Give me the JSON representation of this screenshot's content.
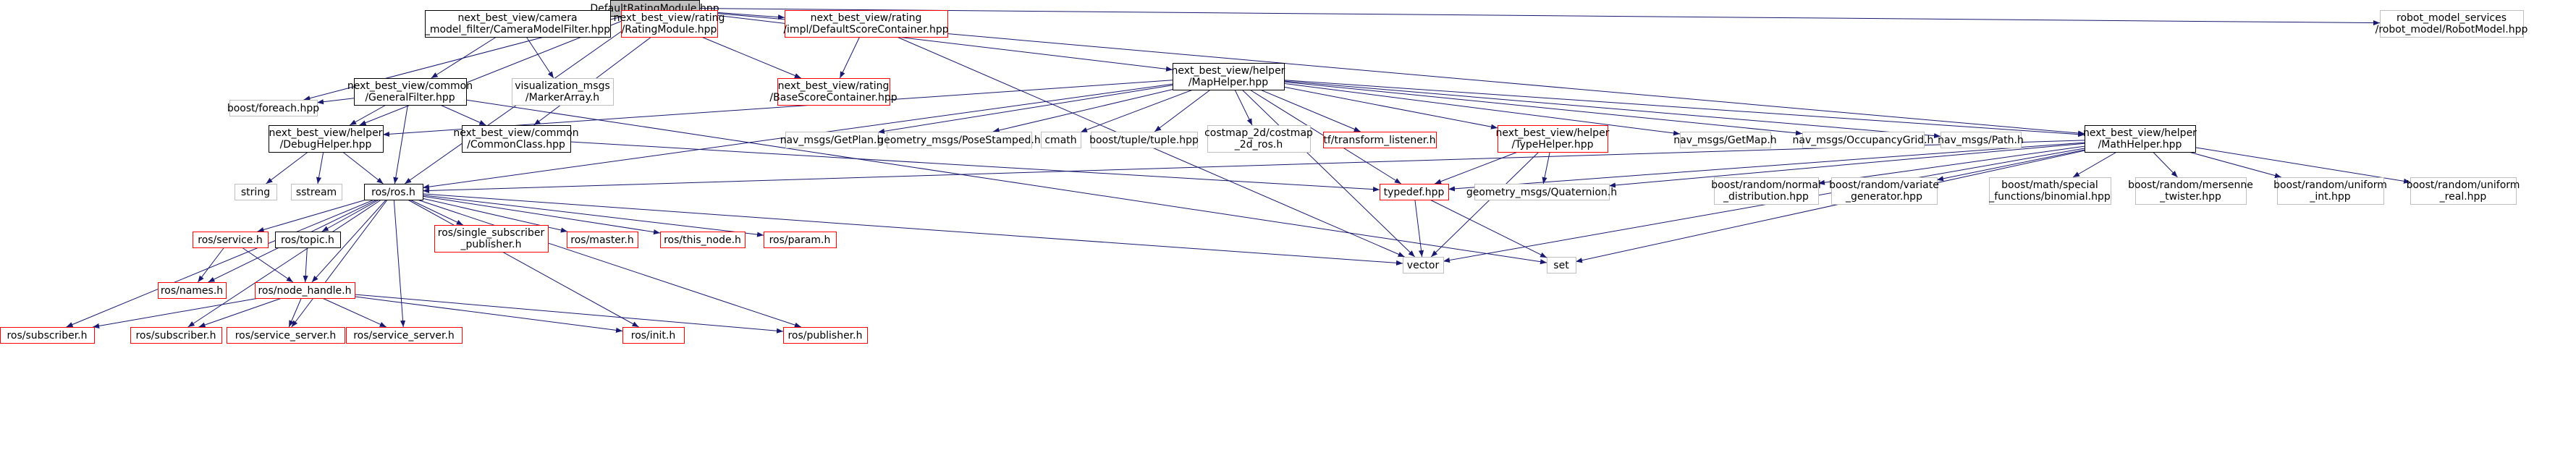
{
  "nodes": [
    {
      "id": "root",
      "lines": [
        "DefaultRatingModule.hpp"
      ],
      "style": "root"
    },
    {
      "id": "robot_model",
      "lines": [
        "robot_model_services",
        "/robot_model/RobotModel.hpp"
      ],
      "style": "gray"
    },
    {
      "id": "camera_filter",
      "lines": [
        "next_best_view/camera",
        "_model_filter/CameraModelFilter.hpp"
      ],
      "style": "black"
    },
    {
      "id": "rating_module",
      "lines": [
        "next_best_view/rating",
        "/RatingModule.hpp"
      ],
      "style": "red"
    },
    {
      "id": "default_score",
      "lines": [
        "next_best_view/rating",
        "/impl/DefaultScoreContainer.hpp"
      ],
      "style": "red"
    },
    {
      "id": "general_filter",
      "lines": [
        "next_best_view/common",
        "/GeneralFilter.hpp"
      ],
      "style": "black"
    },
    {
      "id": "marker_array",
      "lines": [
        "visualization_msgs",
        "/MarkerArray.h"
      ],
      "style": "gray"
    },
    {
      "id": "base_score",
      "lines": [
        "next_best_view/rating",
        "/BaseScoreContainer.hpp"
      ],
      "style": "red"
    },
    {
      "id": "map_helper",
      "lines": [
        "next_best_view/helper",
        "/MapHelper.hpp"
      ],
      "style": "black"
    },
    {
      "id": "boost_foreach",
      "lines": [
        "boost/foreach.hpp"
      ],
      "style": "gray"
    },
    {
      "id": "debug_helper",
      "lines": [
        "next_best_view/helper",
        "/DebugHelper.hpp"
      ],
      "style": "black"
    },
    {
      "id": "common_class",
      "lines": [
        "next_best_view/common",
        "/CommonClass.hpp"
      ],
      "style": "black"
    },
    {
      "id": "get_plan",
      "lines": [
        "nav_msgs/GetPlan.h"
      ],
      "style": "gray"
    },
    {
      "id": "pose_stamped",
      "lines": [
        "geometry_msgs/PoseStamped.h"
      ],
      "style": "gray"
    },
    {
      "id": "cmath",
      "lines": [
        "cmath"
      ],
      "style": "gray"
    },
    {
      "id": "tuple",
      "lines": [
        "boost/tuple/tuple.hpp"
      ],
      "style": "gray"
    },
    {
      "id": "costmap",
      "lines": [
        "costmap_2d/costmap",
        "_2d_ros.h"
      ],
      "style": "gray"
    },
    {
      "id": "tf_listener",
      "lines": [
        "tf/transform_listener.h"
      ],
      "style": "red"
    },
    {
      "id": "type_helper",
      "lines": [
        "next_best_view/helper",
        "/TypeHelper.hpp"
      ],
      "style": "red"
    },
    {
      "id": "get_map",
      "lines": [
        "nav_msgs/GetMap.h"
      ],
      "style": "gray"
    },
    {
      "id": "occ_grid",
      "lines": [
        "nav_msgs/OccupancyGrid.h"
      ],
      "style": "gray"
    },
    {
      "id": "path",
      "lines": [
        "nav_msgs/Path.h"
      ],
      "style": "gray"
    },
    {
      "id": "math_helper",
      "lines": [
        "next_best_view/helper",
        "/MathHelper.hpp"
      ],
      "style": "black"
    },
    {
      "id": "string",
      "lines": [
        "string"
      ],
      "style": "gray"
    },
    {
      "id": "sstream",
      "lines": [
        "sstream"
      ],
      "style": "gray"
    },
    {
      "id": "ros_h",
      "lines": [
        "ros/ros.h"
      ],
      "style": "black"
    },
    {
      "id": "typedef",
      "lines": [
        "typedef.hpp"
      ],
      "style": "red"
    },
    {
      "id": "quaternion",
      "lines": [
        "geometry_msgs/Quaternion.h"
      ],
      "style": "gray"
    },
    {
      "id": "normal_dist",
      "lines": [
        "boost/random/normal",
        "_distribution.hpp"
      ],
      "style": "gray"
    },
    {
      "id": "variate_gen",
      "lines": [
        "boost/random/variate",
        "_generator.hpp"
      ],
      "style": "gray"
    },
    {
      "id": "binomial",
      "lines": [
        "boost/math/special",
        "_functions/binomial.hpp"
      ],
      "style": "gray"
    },
    {
      "id": "mersenne",
      "lines": [
        "boost/random/mersenne",
        "_twister.hpp"
      ],
      "style": "gray"
    },
    {
      "id": "uniform_int",
      "lines": [
        "boost/random/uniform",
        "_int.hpp"
      ],
      "style": "gray"
    },
    {
      "id": "uniform_real",
      "lines": [
        "boost/random/uniform",
        "_real.hpp"
      ],
      "style": "gray"
    },
    {
      "id": "service_h",
      "lines": [
        "ros/service.h"
      ],
      "style": "red"
    },
    {
      "id": "topic_h",
      "lines": [
        "ros/topic.h"
      ],
      "style": "black"
    },
    {
      "id": "single_sub",
      "lines": [
        "ros/single_subscriber",
        "_publisher.h"
      ],
      "style": "red"
    },
    {
      "id": "master_h",
      "lines": [
        "ros/master.h"
      ],
      "style": "red"
    },
    {
      "id": "this_node",
      "lines": [
        "ros/this_node.h"
      ],
      "style": "red"
    },
    {
      "id": "param_h",
      "lines": [
        "ros/param.h"
      ],
      "style": "red"
    },
    {
      "id": "vector",
      "lines": [
        "vector"
      ],
      "style": "gray"
    },
    {
      "id": "set",
      "lines": [
        "set"
      ],
      "style": "gray"
    },
    {
      "id": "names_h",
      "lines": [
        "ros/names.h"
      ],
      "style": "red"
    },
    {
      "id": "node_handle",
      "lines": [
        "ros/node_handle.h"
      ],
      "style": "red"
    },
    {
      "id": "subscriber1",
      "lines": [
        "ros/subscriber.h"
      ],
      "style": "red"
    },
    {
      "id": "subscriber2",
      "lines": [
        "ros/subscriber.h"
      ],
      "style": "red"
    },
    {
      "id": "service_server1",
      "lines": [
        "ros/service_server.h"
      ],
      "style": "red"
    },
    {
      "id": "service_server2",
      "lines": [
        "ros/service_server.h"
      ],
      "style": "red"
    },
    {
      "id": "init_h",
      "lines": [
        "ros/init.h"
      ],
      "style": "red"
    },
    {
      "id": "publisher_h",
      "lines": [
        "ros/publisher.h"
      ],
      "style": "red"
    }
  ],
  "edges": [
    [
      "root",
      "robot_model"
    ],
    [
      "root",
      "camera_filter"
    ],
    [
      "root",
      "rating_module"
    ],
    [
      "root",
      "default_score"
    ],
    [
      "root",
      "map_helper"
    ],
    [
      "root",
      "math_helper"
    ],
    [
      "root",
      "boost_foreach"
    ],
    [
      "root",
      "debug_helper"
    ],
    [
      "root",
      "ros_h"
    ],
    [
      "camera_filter",
      "general_filter"
    ],
    [
      "camera_filter",
      "marker_array"
    ],
    [
      "rating_module",
      "base_score"
    ],
    [
      "rating_module",
      "common_class"
    ],
    [
      "default_score",
      "base_score"
    ],
    [
      "default_score",
      "vector"
    ],
    [
      "general_filter",
      "boost_foreach"
    ],
    [
      "general_filter",
      "debug_helper"
    ],
    [
      "general_filter",
      "common_class"
    ],
    [
      "general_filter",
      "ros_h"
    ],
    [
      "general_filter",
      "set"
    ],
    [
      "map_helper",
      "debug_helper"
    ],
    [
      "map_helper",
      "get_plan"
    ],
    [
      "map_helper",
      "pose_stamped"
    ],
    [
      "map_helper",
      "cmath"
    ],
    [
      "map_helper",
      "tuple"
    ],
    [
      "map_helper",
      "costmap"
    ],
    [
      "map_helper",
      "tf_listener"
    ],
    [
      "map_helper",
      "type_helper"
    ],
    [
      "map_helper",
      "get_map"
    ],
    [
      "map_helper",
      "occ_grid"
    ],
    [
      "map_helper",
      "path"
    ],
    [
      "map_helper",
      "math_helper"
    ],
    [
      "map_helper",
      "typedef"
    ],
    [
      "map_helper",
      "vector"
    ],
    [
      "map_helper",
      "ros_h"
    ],
    [
      "debug_helper",
      "string"
    ],
    [
      "debug_helper",
      "sstream"
    ],
    [
      "debug_helper",
      "ros_h"
    ],
    [
      "common_class",
      "typedef"
    ],
    [
      "type_helper",
      "typedef"
    ],
    [
      "type_helper",
      "quaternion"
    ],
    [
      "type_helper",
      "vector"
    ],
    [
      "math_helper",
      "ros_h"
    ],
    [
      "math_helper",
      "typedef"
    ],
    [
      "math_helper",
      "quaternion"
    ],
    [
      "math_helper",
      "normal_dist"
    ],
    [
      "math_helper",
      "variate_gen"
    ],
    [
      "math_helper",
      "binomial"
    ],
    [
      "math_helper",
      "mersenne"
    ],
    [
      "math_helper",
      "uniform_int"
    ],
    [
      "math_helper",
      "uniform_real"
    ],
    [
      "math_helper",
      "vector"
    ],
    [
      "math_helper",
      "set"
    ],
    [
      "typedef",
      "vector"
    ],
    [
      "typedef",
      "set"
    ],
    [
      "ros_h",
      "service_h"
    ],
    [
      "ros_h",
      "topic_h"
    ],
    [
      "ros_h",
      "single_sub"
    ],
    [
      "ros_h",
      "master_h"
    ],
    [
      "ros_h",
      "this_node"
    ],
    [
      "ros_h",
      "param_h"
    ],
    [
      "ros_h",
      "vector"
    ],
    [
      "ros_h",
      "names_h"
    ],
    [
      "ros_h",
      "node_handle"
    ],
    [
      "ros_h",
      "subscriber1"
    ],
    [
      "ros_h",
      "subscriber2"
    ],
    [
      "ros_h",
      "service_server1"
    ],
    [
      "ros_h",
      "service_server2"
    ],
    [
      "ros_h",
      "init_h"
    ],
    [
      "ros_h",
      "publisher_h"
    ],
    [
      "service_h",
      "names_h"
    ],
    [
      "service_h",
      "node_handle"
    ],
    [
      "topic_h",
      "node_handle"
    ],
    [
      "node_handle",
      "subscriber1"
    ],
    [
      "node_handle",
      "subscriber2"
    ],
    [
      "node_handle",
      "service_server1"
    ],
    [
      "node_handle",
      "service_server2"
    ],
    [
      "node_handle",
      "init_h"
    ],
    [
      "node_handle",
      "publisher_h"
    ]
  ],
  "colors": {
    "edge": "#191970",
    "root_fill": "#bfbfbf",
    "box_fill": "#ffffff",
    "black_border": "#000000",
    "red_border": "#ff0000",
    "gray_border": "#bfbfbf",
    "text": "#000000"
  }
}
